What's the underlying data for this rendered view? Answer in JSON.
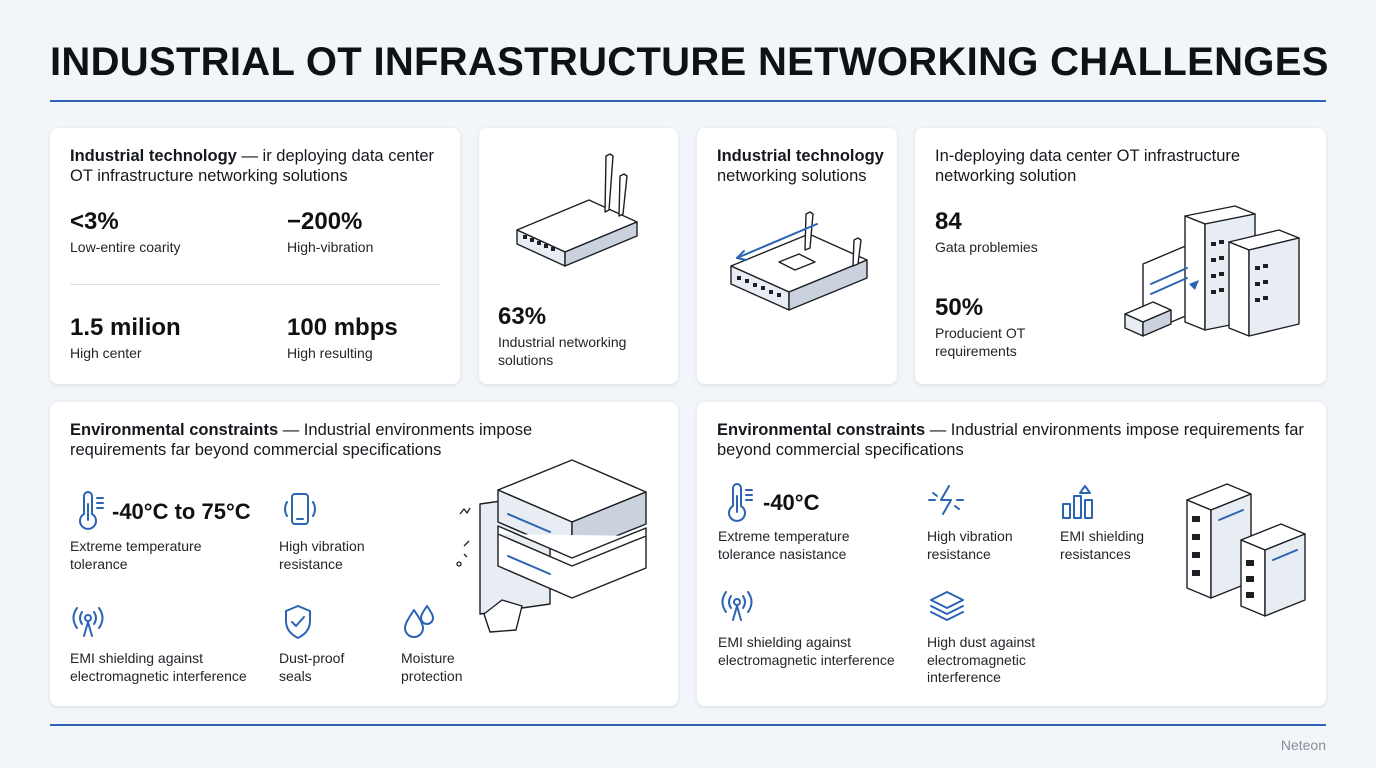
{
  "page": {
    "title": "INDUSTRIAL OT INFRASTRUCTURE NETWORKING CHALLENGES",
    "footer": "Neteon"
  },
  "card1": {
    "heading_bold": "Industrial technology",
    "heading_rest": " — ir deploying data center OT infrastructure networking solutions",
    "stats": [
      {
        "value": "<3%",
        "label": "Low-entire coarity"
      },
      {
        "value": "−200%",
        "label": "High-vibration"
      },
      {
        "value": "1.5 milion",
        "label": "High center"
      },
      {
        "value": "100 mbps",
        "label": "High resulting"
      }
    ]
  },
  "card2": {
    "stat": {
      "value": "63%",
      "label": "Industrial networking solutions"
    }
  },
  "card3": {
    "heading_bold": "Industrial technology",
    "heading_rest": "networking solutions"
  },
  "card4": {
    "heading": "In-deploying data center OT infrastructure networking solution",
    "stats": [
      {
        "value": "84",
        "label": "Gata problemies"
      },
      {
        "value": "50%",
        "label": "Producient OT requirements"
      }
    ]
  },
  "card5": {
    "heading_bold": "Environmental constraints",
    "heading_rest": " — Industrial environments impose requirements far beyond commercial specifications",
    "temp_value": "-40°C to 75°C",
    "items": [
      {
        "icon": "thermometer-icon",
        "label": "Extreme temperature tolerance"
      },
      {
        "icon": "vibrating-phone-icon",
        "label": "High vibration resistance"
      },
      {
        "icon": "antenna-signal-icon",
        "label": "EMI shielding against electromagnetic interference"
      },
      {
        "icon": "shield-check-icon",
        "label": "Dust-proof seals"
      },
      {
        "icon": "water-drops-icon",
        "label": "Moisture protection"
      }
    ]
  },
  "card6": {
    "heading_bold": "Environmental constraints",
    "heading_rest": " — Industrial environments impose requirements far beyond commercial specifications",
    "temp_value": "-40°C",
    "items": [
      {
        "icon": "thermometer-icon",
        "label": "Extreme temperature tolerance nasistance"
      },
      {
        "icon": "lightning-icon",
        "label": "High vibration resistance"
      },
      {
        "icon": "bar-chart-icon",
        "label": "EMI shielding resistances"
      },
      {
        "icon": "antenna-signal-icon",
        "label": "EMI shielding against electromagnetic interference"
      },
      {
        "icon": "layers-icon",
        "label": "High dust against electromagnetic interference"
      }
    ]
  },
  "colors": {
    "accent": "#2c64b4",
    "background": "#f2f5f9",
    "card": "#ffffff"
  }
}
